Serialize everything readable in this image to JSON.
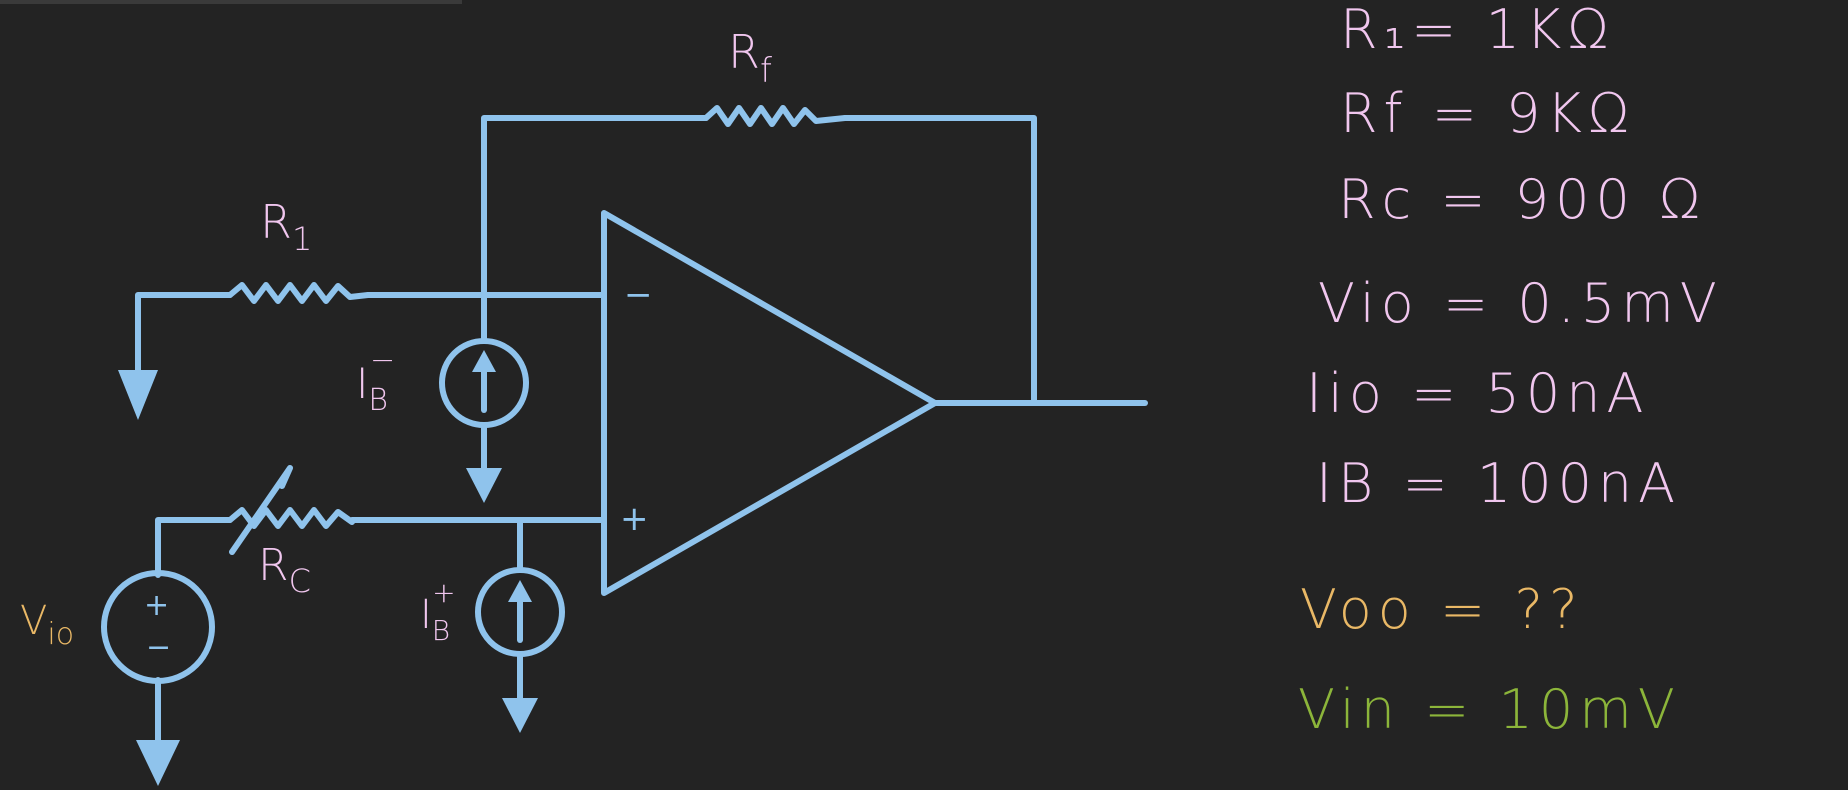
{
  "colors": {
    "background": "#232323",
    "wire": "#8fc3ec",
    "labels": "#f0c6ee",
    "voo": "#e9b866",
    "vin": "#8cb53a",
    "source_label": "#e9b866"
  },
  "circuit": {
    "rf_label": "R",
    "rf_sub": "f",
    "r1_label": "R",
    "r1_sub": "1",
    "rc_label": "R",
    "rc_sub": "C",
    "minus_sign": "−",
    "plus_sign": "+",
    "ib_minus_label": "I",
    "ib_minus_sub": "B",
    "ib_minus_sup": "−",
    "ib_plus_label": "I",
    "ib_plus_sub": "B",
    "ib_plus_sup": "+",
    "vio_label": "V",
    "vio_sub": "io",
    "source_plus": "+",
    "source_minus": "−"
  },
  "given": [
    {
      "text": "R₁= 1KΩ",
      "color": "labels"
    },
    {
      "text": "Rf = 9KΩ",
      "color": "labels"
    },
    {
      "text": "Rc = 900 Ω",
      "color": "labels"
    },
    {
      "text": "Vio = 0.5mV",
      "color": "labels"
    },
    {
      "text": "Iio = 50nA",
      "color": "labels"
    },
    {
      "text": "IB = 100nA",
      "color": "labels"
    },
    {
      "text": "Voo = ??",
      "color": "voo"
    },
    {
      "text": "Vin = 10mV",
      "color": "vin"
    }
  ]
}
